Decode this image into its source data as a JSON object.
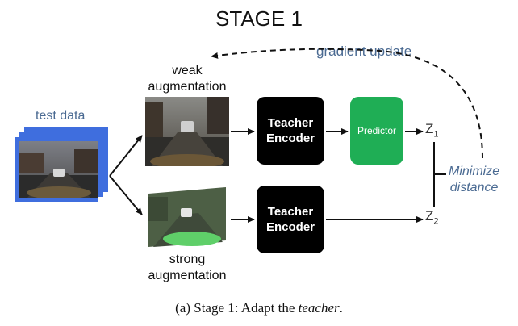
{
  "title": "STAGE 1",
  "test_data_label": "test data",
  "weak_label": [
    "weak",
    "augmentation"
  ],
  "strong_label": [
    "strong",
    "augmentation"
  ],
  "encoder_top": [
    "Teacher",
    "Encoder"
  ],
  "encoder_bottom": [
    "Teacher",
    "Encoder"
  ],
  "predictor_label": "Predictor",
  "z1": {
    "base": "Z",
    "sub": "1"
  },
  "z2": {
    "base": "Z",
    "sub": "2"
  },
  "gradient_label": "gradient update",
  "minimize_label": [
    "Minimize",
    "distance"
  ],
  "caption": {
    "prefix": "(a) Stage 1:  Adapt the ",
    "emphasis": "teacher",
    "suffix": "."
  },
  "colors": {
    "predictor": "#1fae55",
    "accent_text": "#4a6a92",
    "stack": "#3f6ede",
    "encoder": "#000000"
  }
}
